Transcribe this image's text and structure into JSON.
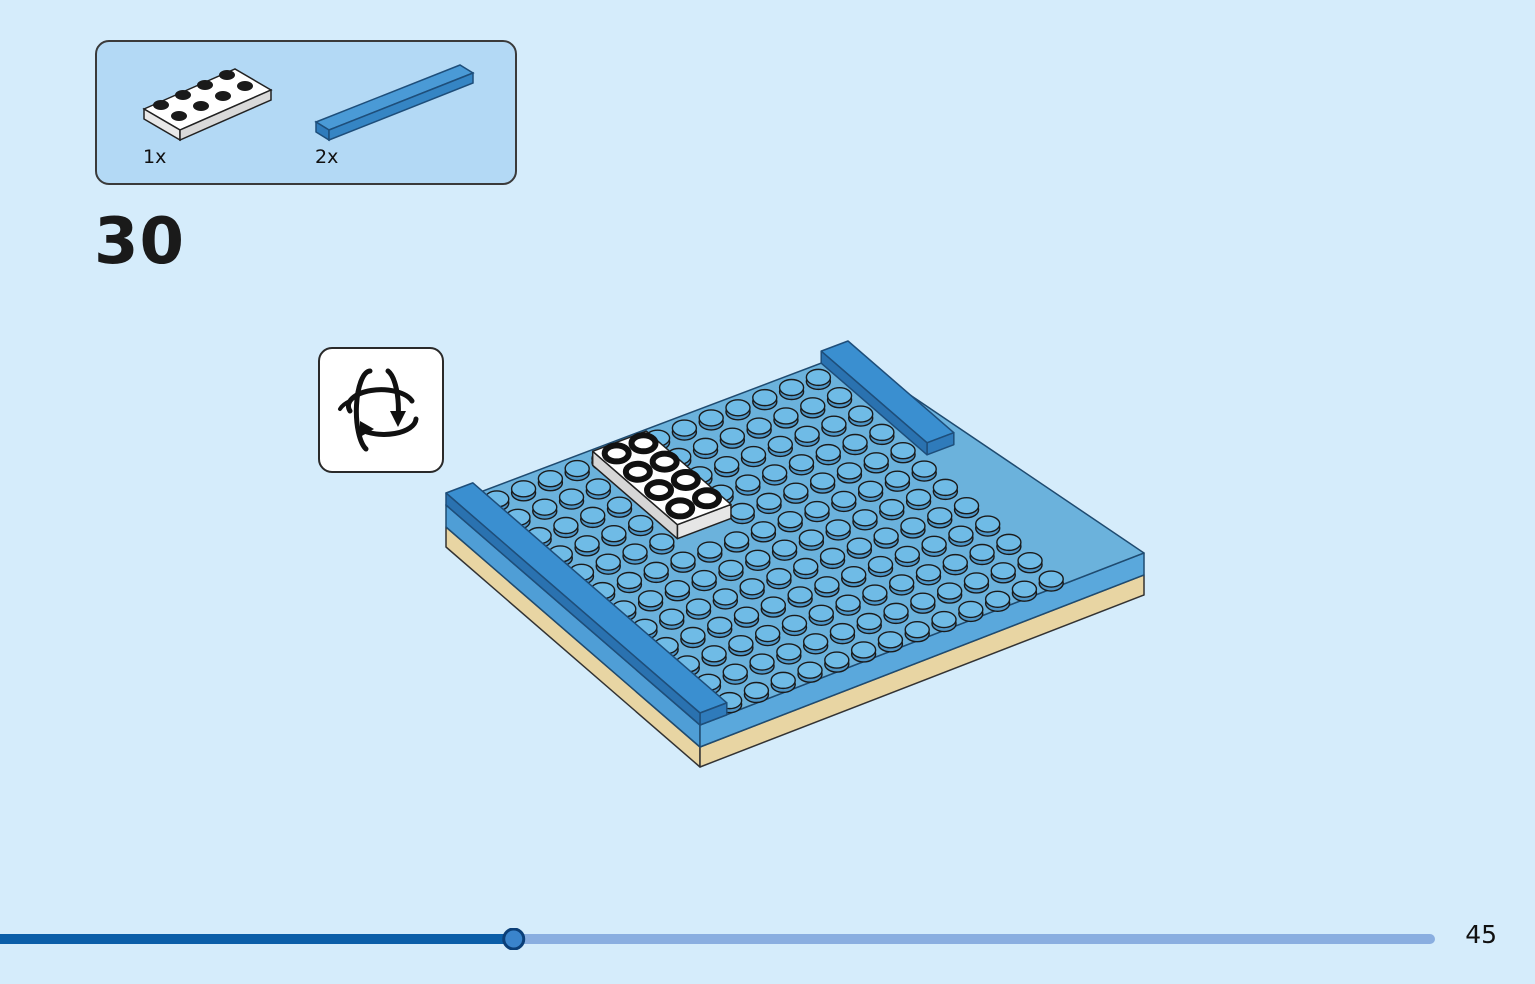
{
  "parts": [
    {
      "qty": "1x",
      "icon": "white-plate-2x4-icon",
      "color": "#ffffff"
    },
    {
      "qty": "2x",
      "icon": "blue-tile-1x8-icon",
      "color": "#3a8fd0"
    }
  ],
  "step": {
    "number": "30"
  },
  "rotate": {
    "icon": "rotate-model-icon"
  },
  "progress": {
    "fraction": 0.358,
    "track_color": "#8aaee0",
    "fill_color": "#0b5ea8"
  },
  "page": {
    "number": "45"
  },
  "colors": {
    "background": "#d5ecfb",
    "plate_blue": "#6bb2dc",
    "tile_blue": "#3a8fd0",
    "base_tan": "#e8d5a3"
  }
}
